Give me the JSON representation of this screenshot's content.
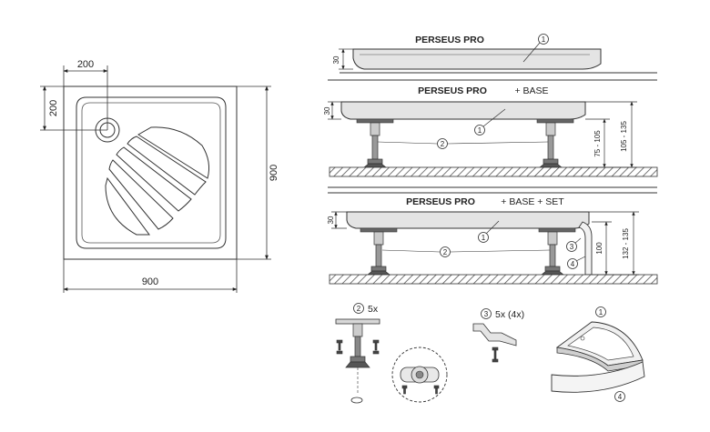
{
  "plan": {
    "width_label": "900",
    "depth_label": "900",
    "drain_x_label": "200",
    "drain_y_label": "200"
  },
  "panel1": {
    "title": "PERSEUS PRO",
    "height_label": "30",
    "callout": "1"
  },
  "panel2": {
    "title": "PERSEUS PRO",
    "suffix": "+ BASE",
    "height_label": "30",
    "leg_range_label": "75 - 105",
    "total_range_label": "105 - 135",
    "callout_tray": "1",
    "callout_leg": "2"
  },
  "panel3": {
    "title": "PERSEUS PRO",
    "suffix": "+ BASE + SET",
    "height_label": "30",
    "panel_height_label": "100",
    "total_range_label": "132 - 135",
    "callout_tray": "1",
    "callout_leg": "2",
    "callout_clip": "3",
    "callout_panel": "4"
  },
  "parts": {
    "legs_callout": "2",
    "legs_qty": "5x",
    "clips_callout": "3",
    "clips_qty": "5x (4x)",
    "tray_callout": "1",
    "panel_callout": "4"
  }
}
